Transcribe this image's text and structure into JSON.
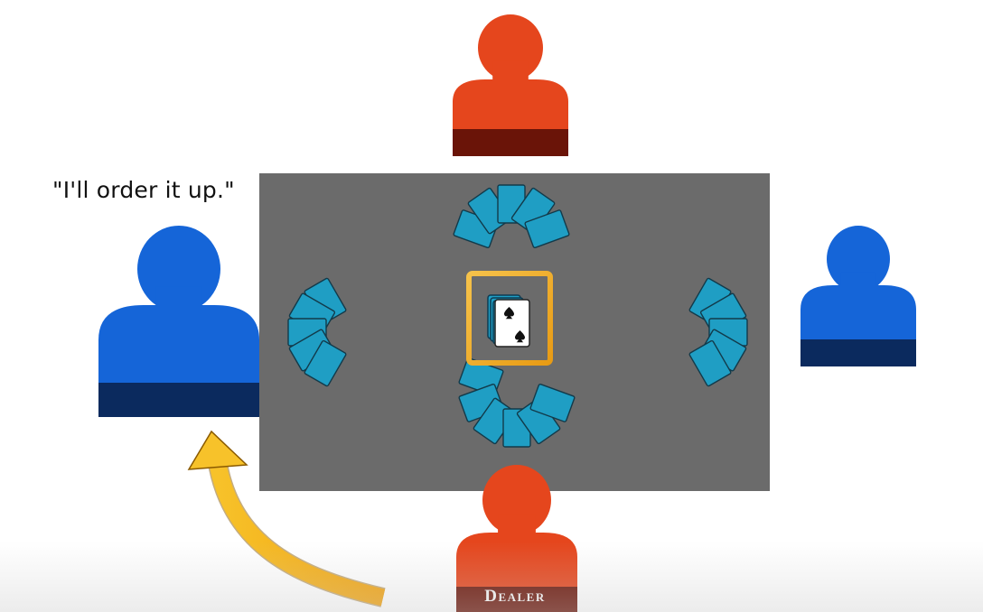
{
  "speech": {
    "quote": "\"I'll order it up.\""
  },
  "players": [
    {
      "id": "north",
      "team_color": "#e5461d",
      "base_color": "#6a1408"
    },
    {
      "id": "west",
      "team_color": "#1565d8",
      "base_color": "#0b2a5e",
      "speaking": true
    },
    {
      "id": "east",
      "team_color": "#1565d8",
      "base_color": "#0b2a5e"
    },
    {
      "id": "south",
      "team_color": "#e5461d",
      "base_color": "#6a1408",
      "dealer": true
    }
  ],
  "dealer": {
    "label": "Dealer"
  },
  "table": {
    "color": "#6b6b6b"
  },
  "hands": {
    "card_color": "#1f9ec4",
    "cards_per_hand": 5
  },
  "kitty": {
    "turned_card_suit": "spades",
    "frame_color": "#f2a91f"
  },
  "arrow": {
    "color": "#f5b117",
    "icon": "curved-arrow-icon"
  }
}
